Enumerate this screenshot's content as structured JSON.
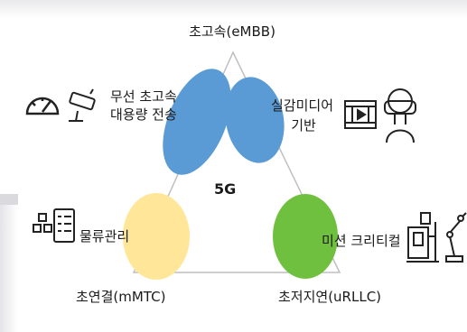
{
  "center_label": "5G",
  "vertices": {
    "top": "초고속(eMBB)",
    "bottom_left": "초연결(mMTC)",
    "bottom_right": "초저지연(uRLLC)"
  },
  "services": {
    "wireless_transmission": {
      "line1": "무선 초고속",
      "line2": "대용량 전송"
    },
    "realistic_media": {
      "line1": "실감미디어",
      "line2": "기반"
    },
    "logistics": "물류관리",
    "mission_critical": "미션 크리티컬"
  },
  "colors": {
    "embb_blue": "#5b9bd5",
    "mmtc_yellow": "#ffe699",
    "urllc_green": "#70c040",
    "triangle_line": "#bfbfbf"
  },
  "icons": [
    "speedometer-icon",
    "cctv-camera-icon",
    "video-player-icon",
    "vr-headset-icon",
    "warehouse-icon",
    "checklist-tablet-icon",
    "industrial-machine-icon",
    "robot-arm-icon"
  ]
}
